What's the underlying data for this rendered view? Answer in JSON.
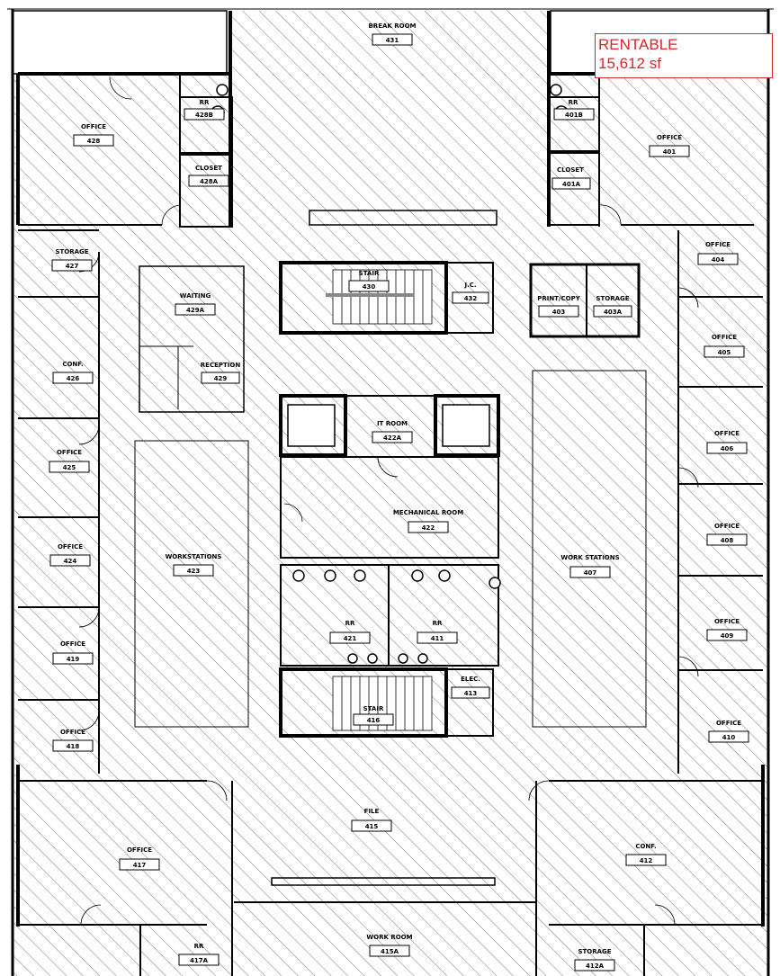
{
  "rentable": {
    "label": "RENTABLE",
    "area": "15,612 sf"
  },
  "colors": {
    "hatch": "#555555",
    "wall": "#000000",
    "accent": "#d9262b"
  },
  "rooms": [
    {
      "id": "break-room",
      "name": "BREAK ROOM",
      "number": "431"
    },
    {
      "id": "office-428",
      "name": "OFFICE",
      "number": "428"
    },
    {
      "id": "rr-428b",
      "name": "RR",
      "number": "428B"
    },
    {
      "id": "closet-428a",
      "name": "CLOSET",
      "number": "428A"
    },
    {
      "id": "rr-401b",
      "name": "RR",
      "number": "401B"
    },
    {
      "id": "office-401",
      "name": "OFFICE",
      "number": "401"
    },
    {
      "id": "closet-401a",
      "name": "CLOSET",
      "number": "401A"
    },
    {
      "id": "storage-427",
      "name": "STORAGE",
      "number": "427"
    },
    {
      "id": "waiting",
      "name": "WAITING",
      "number": "429A"
    },
    {
      "id": "reception",
      "name": "RECEPTION",
      "number": "429"
    },
    {
      "id": "stair-430",
      "name": "STAIR",
      "number": "430"
    },
    {
      "id": "jc",
      "name": "J.C.",
      "number": "432"
    },
    {
      "id": "print-copy",
      "name": "PRINT/COPY",
      "number": "403"
    },
    {
      "id": "storage-403a",
      "name": "STORAGE",
      "number": "403A"
    },
    {
      "id": "office-404",
      "name": "OFFICE",
      "number": "404"
    },
    {
      "id": "conf-426",
      "name": "CONF.",
      "number": "426"
    },
    {
      "id": "office-405",
      "name": "OFFICE",
      "number": "405"
    },
    {
      "id": "it-room",
      "name": "IT ROOM",
      "number": "422A"
    },
    {
      "id": "office-425",
      "name": "OFFICE",
      "number": "425"
    },
    {
      "id": "office-406",
      "name": "OFFICE",
      "number": "406"
    },
    {
      "id": "mechanical",
      "name": "MECHANICAL ROOM",
      "number": "422"
    },
    {
      "id": "workstations-423",
      "name": "WORKSTATIONS",
      "number": "423"
    },
    {
      "id": "work-stations-407",
      "name": "WORK STATIONS",
      "number": "407"
    },
    {
      "id": "office-424",
      "name": "OFFICE",
      "number": "424"
    },
    {
      "id": "office-408",
      "name": "OFFICE",
      "number": "408"
    },
    {
      "id": "rr-421",
      "name": "RR",
      "number": "421"
    },
    {
      "id": "rr-411",
      "name": "RR",
      "number": "411"
    },
    {
      "id": "office-419",
      "name": "OFFICE",
      "number": "419"
    },
    {
      "id": "office-409",
      "name": "OFFICE",
      "number": "409"
    },
    {
      "id": "elec",
      "name": "ELEC.",
      "number": "413"
    },
    {
      "id": "stair-416",
      "name": "STAIR",
      "number": "416"
    },
    {
      "id": "office-418",
      "name": "OFFICE",
      "number": "418"
    },
    {
      "id": "office-410",
      "name": "OFFICE",
      "number": "410"
    },
    {
      "id": "file",
      "name": "FILE",
      "number": "415"
    },
    {
      "id": "office-417",
      "name": "OFFICE",
      "number": "417"
    },
    {
      "id": "conf-412",
      "name": "CONF.",
      "number": "412"
    },
    {
      "id": "rr-417a",
      "name": "RR",
      "number": "417A"
    },
    {
      "id": "work-room",
      "name": "WORK ROOM",
      "number": "415A"
    },
    {
      "id": "storage-412a",
      "name": "STORAGE",
      "number": "412A"
    }
  ]
}
